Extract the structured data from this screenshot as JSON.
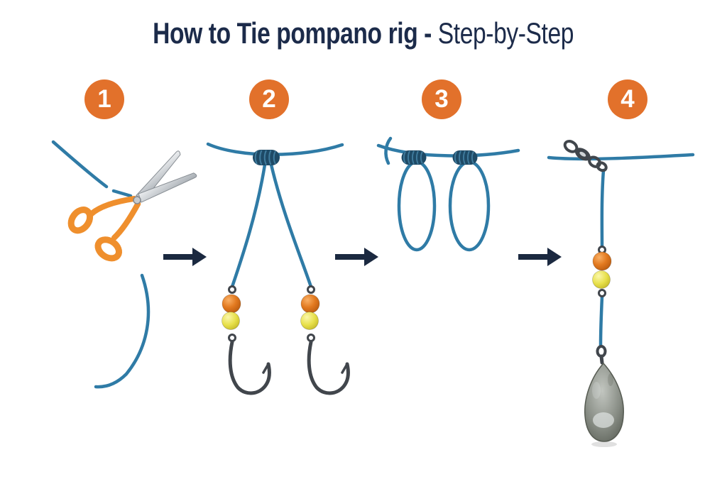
{
  "title": {
    "main": "How to Tie pompano rig",
    "separator": "-",
    "suffix": "Step-by-Step"
  },
  "steps": [
    {
      "number": "1",
      "illustration": "scissors-cutting-fishing-line"
    },
    {
      "number": "2",
      "illustration": "dropper-knot-with-two-beaded-hook-snells"
    },
    {
      "number": "3",
      "illustration": "two-dropper-loops-on-main-line"
    },
    {
      "number": "4",
      "illustration": "snap-swivel-beads-and-teardrop-sinker"
    },
    {
      "arrow_icon": "arrow-right-icon",
      "arrow_count": 3
    }
  ],
  "colors": {
    "background": "#ffffff",
    "title_navy": "#1c2b4a",
    "arrow_navy": "#1b2940",
    "badge_orange": "#e2712b",
    "badge_number_white": "#ffffff",
    "line_blue": "#2f7ba6",
    "knot_dark": "#1e4a66",
    "knot_ridge": "#4685a8",
    "bead_orange": "#e2791f",
    "bead_orange_hi": "#f9b066",
    "bead_yellow": "#e7e04a",
    "bead_yellow_hi": "#fbf7ab",
    "metal_dark": "#41464c",
    "blade_light": "#eceef0",
    "blade_dark": "#a8aeb4",
    "handle_orange": "#ef8f2d",
    "sinker_light": "#c2c6c0",
    "sinker_mid": "#878c84",
    "sinker_dark": "#565b52"
  }
}
